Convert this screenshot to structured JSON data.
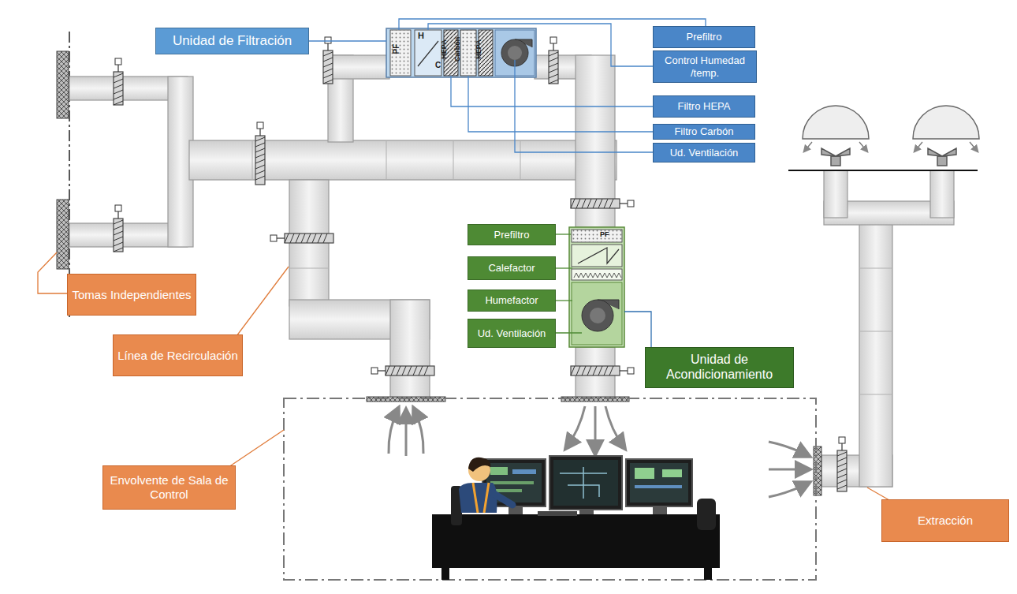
{
  "diagram": {
    "nodes": [
      {
        "text": [
          "Unidad de Filtración"
        ]
      },
      {
        "text": [
          "Prefiltro"
        ]
      },
      {
        "text": [
          "Control Humedad /temp."
        ]
      },
      {
        "text": [
          "Filtro HEPA"
        ]
      },
      {
        "text": [
          "Filtro Carbón"
        ]
      },
      {
        "text": [
          "Ud. Ventilación"
        ]
      },
      {
        "text": [
          "Prefiltro"
        ]
      },
      {
        "text": [
          "Calefactor"
        ]
      },
      {
        "text": [
          "Humefactor"
        ]
      },
      {
        "text": [
          "Ud. Ventilación"
        ]
      },
      {
        "text": [
          "Tomas Independientes"
        ]
      },
      {
        "text": [
          "Línea de Recirculación"
        ]
      },
      {
        "text": [
          "Unidad de Acondicionamiento"
        ]
      },
      {
        "text": [
          "Envolvente de Sala de Control"
        ]
      },
      {
        "text": [
          "Extracción"
        ]
      }
    ],
    "labels": [
      "PF",
      "H",
      "C",
      "HEPA",
      "Carbón",
      "HEPA",
      "PF"
    ]
  }
}
